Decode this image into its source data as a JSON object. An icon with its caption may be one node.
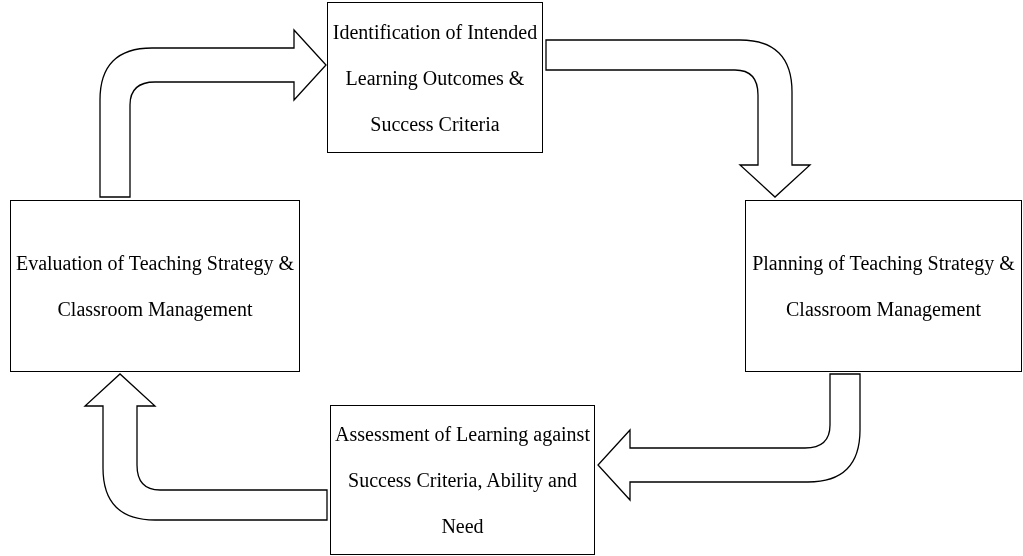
{
  "diagram": {
    "nodes": [
      {
        "text": [
          "Identification of Intended Learning Outcomes & Success Criteria"
        ]
      },
      {
        "text": [
          "Planning of Teaching Strategy & Classroom Management"
        ]
      },
      {
        "text": [
          "Assessment of Learning against Success Criteria, Ability and Need"
        ]
      },
      {
        "text": [
          "Evaluation of Teaching Strategy & Classroom Management"
        ]
      }
    ],
    "edges": [
      {
        "from": 0,
        "to": 1,
        "arrow": "to"
      },
      {
        "from": 1,
        "to": 2,
        "arrow": "to"
      },
      {
        "from": 2,
        "to": 3,
        "arrow": "to"
      },
      {
        "from": 3,
        "to": 0,
        "arrow": "to"
      }
    ]
  }
}
